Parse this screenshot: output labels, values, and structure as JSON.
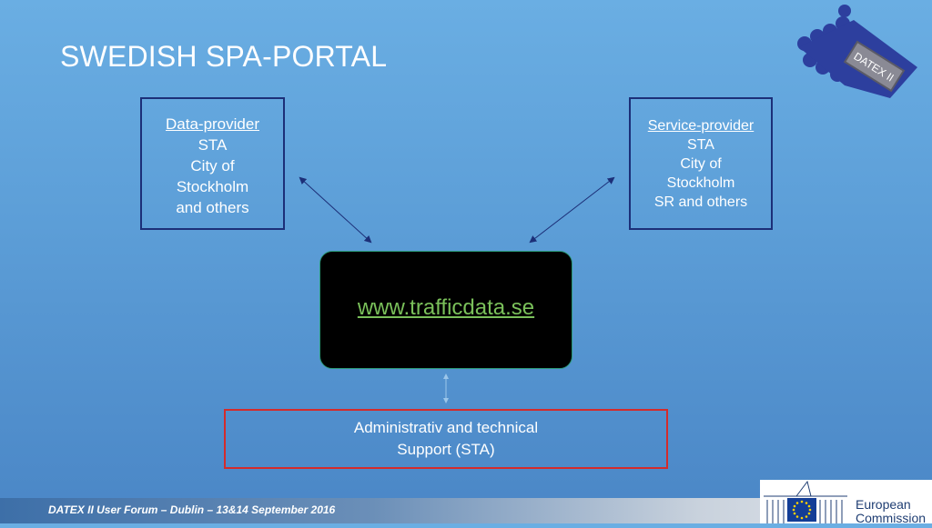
{
  "slide": {
    "title": "SWEDISH SPA-PORTAL"
  },
  "data_provider": {
    "heading": "Data-provider",
    "lines": [
      "STA",
      "City of",
      "Stockholm",
      "and others"
    ]
  },
  "service_provider": {
    "heading": "Service-provider",
    "lines": [
      "STA",
      "City of",
      "Stockholm",
      "SR and others"
    ]
  },
  "portal": {
    "url": "www.trafficdata.se"
  },
  "support": {
    "lines": [
      "Administrativ and technical",
      "Support (STA)"
    ]
  },
  "footer": {
    "text": "DATEX II User Forum – Dublin – 13&14 September 2016"
  },
  "logos": {
    "datex": "DATEX II",
    "ec_line1": "European",
    "ec_line2": "Commission"
  },
  "colors": {
    "box_border": "#1c2f78",
    "support_border": "#d42b2b",
    "link": "#7ac05a",
    "arrow": "#1c2f78"
  }
}
